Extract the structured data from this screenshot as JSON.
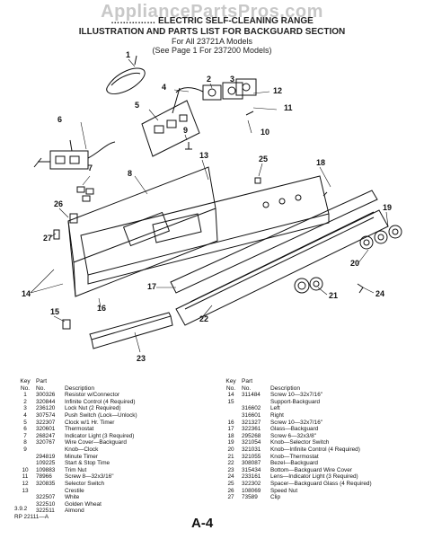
{
  "watermark": "AppliancePartsPros.com",
  "header": {
    "line1": "…………… ELECTRIC SELF-CLEANING RANGE",
    "line2": "ILLUSTRATION AND PARTS LIST FOR BACKGUARD SECTION",
    "line3": "For All 23721A Models",
    "line4": "(See Page 1 For 237200 Models)"
  },
  "callouts": [
    "1",
    "2",
    "3",
    "4",
    "5",
    "6",
    "7",
    "8",
    "9",
    "10",
    "11",
    "12",
    "13",
    "14",
    "15",
    "16",
    "17",
    "18",
    "19",
    "20",
    "21",
    "22",
    "23",
    "24",
    "25",
    "26",
    "27"
  ],
  "table": {
    "key_header_1": "Key",
    "key_header_2": "No.",
    "part_header_1": "Part",
    "part_header_2": "No.",
    "desc_header": "Description",
    "left_rows": [
      {
        "key": "1",
        "part": "300326",
        "desc": "Resistor w/Connector"
      },
      {
        "key": "2",
        "part": "320844",
        "desc": "Infinite Control (4 Required)"
      },
      {
        "key": "3",
        "part": "236120",
        "desc": "Lock Nut (2 Required)"
      },
      {
        "key": "4",
        "part": "307574",
        "desc": "Push Switch (Lock—Unlock)"
      },
      {
        "key": "5",
        "part": "322307",
        "desc": "Clock w/1 Hr. Timer"
      },
      {
        "key": "6",
        "part": "320601",
        "desc": "Thermostat"
      },
      {
        "key": "7",
        "part": "268247",
        "desc": "Indicator Light (3 Required)"
      },
      {
        "key": "8",
        "part": "320767",
        "desc": "Wire Cover—Backguard"
      },
      {
        "key": "9",
        "part": "",
        "desc": "Knob—Clock"
      },
      {
        "key": "",
        "part": "294819",
        "desc": "Minute Timer"
      },
      {
        "key": "",
        "part": "109225",
        "desc": "Start & Stop Time"
      },
      {
        "key": "10",
        "part": "109883",
        "desc": "Trim Nut"
      },
      {
        "key": "11",
        "part": "78966",
        "desc": "Screw 8—32x3/16\""
      },
      {
        "key": "12",
        "part": "320835",
        "desc": "Selector Switch"
      },
      {
        "key": "13",
        "part": "",
        "desc": "Crestile"
      },
      {
        "key": "",
        "part": "322507",
        "desc": "White"
      },
      {
        "key": "",
        "part": "322510",
        "desc": "Golden Wheat"
      },
      {
        "key": "",
        "part": "322511",
        "desc": "Almond"
      }
    ],
    "right_rows": [
      {
        "key": "14",
        "part": "311484",
        "desc": "Screw 10—32x7/16\""
      },
      {
        "key": "15",
        "part": "",
        "desc": "Support-Backguard"
      },
      {
        "key": "",
        "part": "316602",
        "desc": "Left"
      },
      {
        "key": "",
        "part": "316601",
        "desc": "Right"
      },
      {
        "key": "16",
        "part": "321327",
        "desc": "Screw 10—32x7/16\""
      },
      {
        "key": "17",
        "part": "322361",
        "desc": "Glass—Backguard"
      },
      {
        "key": "18",
        "part": "295268",
        "desc": "Screw 6—32x3/8\""
      },
      {
        "key": "19",
        "part": "321054",
        "desc": "Knob—Selector Switch"
      },
      {
        "key": "20",
        "part": "321031",
        "desc": "Knob—Infinite Control (4 Required)"
      },
      {
        "key": "21",
        "part": "321055",
        "desc": "Knob—Thermostat"
      },
      {
        "key": "22",
        "part": "308087",
        "desc": "Bezel—Backguard"
      },
      {
        "key": "23",
        "part": "315434",
        "desc": "Bottom—Backguard Wire Cover"
      },
      {
        "key": "24",
        "part": "233161",
        "desc": "Lens—Indicator Light (3 Required)"
      },
      {
        "key": "25",
        "part": "322302",
        "desc": "Spacer—Backguard Glass (4 Required)"
      },
      {
        "key": "26",
        "part": "108069",
        "desc": "Speed Nut"
      },
      {
        "key": "27",
        "part": "73589",
        "desc": "Clip"
      }
    ]
  },
  "footer": {
    "date": "3.9.2",
    "ref": "RP 22111—A",
    "page": "A-4"
  }
}
